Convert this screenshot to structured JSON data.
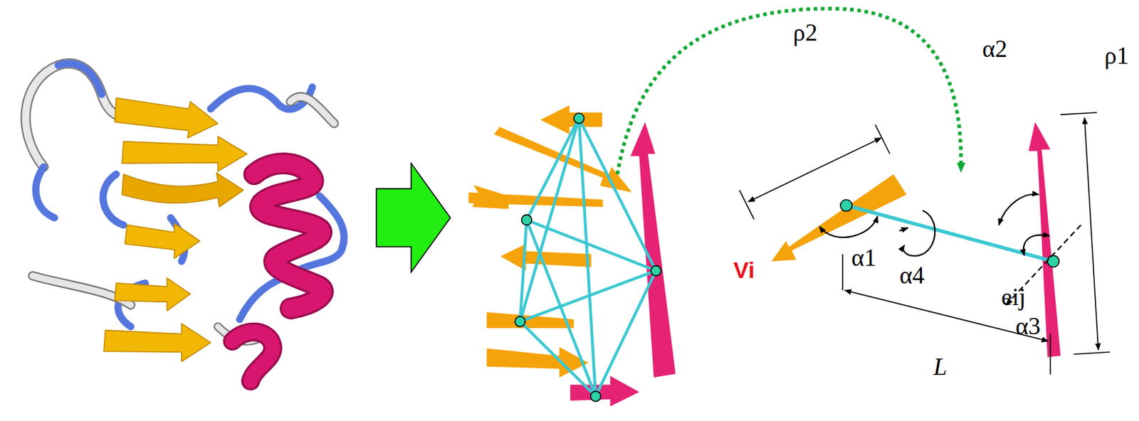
{
  "diagram": {
    "labels": [
      "ρ2",
      "ρ1",
      "α1",
      "α2",
      "α3",
      "α4",
      "eij",
      "L",
      "Vi"
    ]
  }
}
